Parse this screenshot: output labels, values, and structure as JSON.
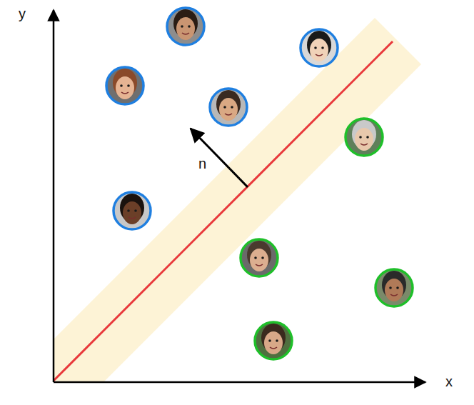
{
  "diagram": {
    "labels": [
      "y",
      "x",
      "n"
    ]
  }
}
